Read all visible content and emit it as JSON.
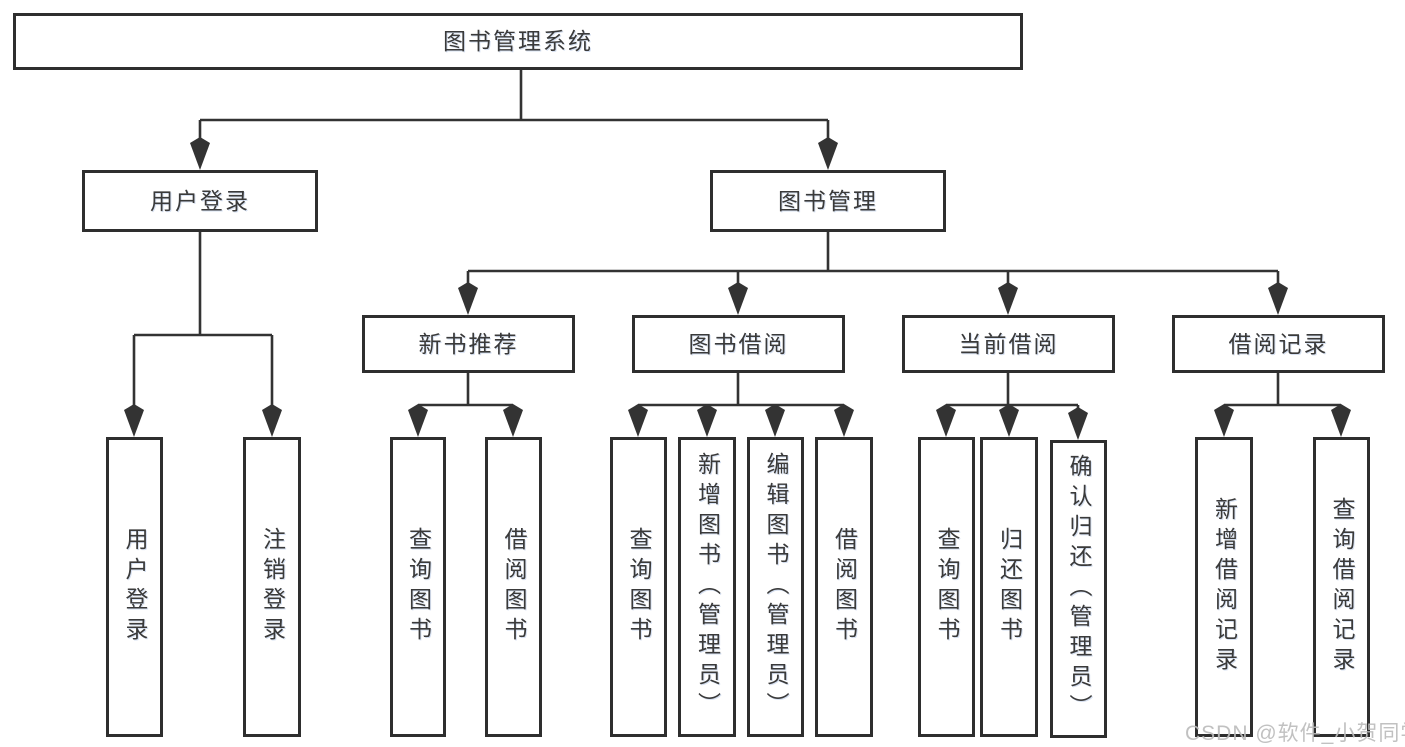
{
  "diagram": {
    "title": "图书管理系统",
    "type": "hierarchy-tree",
    "colors": {
      "background": "#ffffff",
      "box_border": "#2e2e2e",
      "connector_line": "#333333",
      "text": "#3a3a3a",
      "watermark": "#bcbcbc"
    },
    "watermark": "CSDN @软件_小贺同学",
    "nodes": {
      "root": {
        "label": "图书管理系统"
      },
      "user_login": {
        "label": "用户登录"
      },
      "book_mgmt": {
        "label": "图书管理"
      },
      "new_book_rec": {
        "label": "新书推荐"
      },
      "book_borrow": {
        "label": "图书借阅"
      },
      "current_borrow": {
        "label": "当前借阅"
      },
      "borrow_records": {
        "label": "借阅记录"
      },
      "leaf_user_login": {
        "label": "用户登录"
      },
      "leaf_logout": {
        "label": "注销登录"
      },
      "leaf_query_book_1": {
        "label": "查询图书"
      },
      "leaf_borrow_book_1": {
        "label": "借阅图书"
      },
      "leaf_query_book_2": {
        "label": "查询图书"
      },
      "leaf_add_book": {
        "label": "新增图书（管理员）"
      },
      "leaf_edit_book": {
        "label": "编辑图书（管理员）"
      },
      "leaf_borrow_book_2": {
        "label": "借阅图书"
      },
      "leaf_query_book_3": {
        "label": "查询图书"
      },
      "leaf_return_book": {
        "label": "归还图书"
      },
      "leaf_confirm_return": {
        "label": "确认归还（管理员）"
      },
      "leaf_add_record": {
        "label": "新增借阅记录"
      },
      "leaf_query_record": {
        "label": "查询借阅记录"
      }
    },
    "hierarchy": [
      {
        "parent": "root",
        "children": [
          "user_login",
          "book_mgmt"
        ]
      },
      {
        "parent": "user_login",
        "children": [
          "leaf_user_login",
          "leaf_logout"
        ]
      },
      {
        "parent": "book_mgmt",
        "children": [
          "new_book_rec",
          "book_borrow",
          "current_borrow",
          "borrow_records"
        ]
      },
      {
        "parent": "new_book_rec",
        "children": [
          "leaf_query_book_1",
          "leaf_borrow_book_1"
        ]
      },
      {
        "parent": "book_borrow",
        "children": [
          "leaf_query_book_2",
          "leaf_add_book",
          "leaf_edit_book",
          "leaf_borrow_book_2"
        ]
      },
      {
        "parent": "current_borrow",
        "children": [
          "leaf_query_book_3",
          "leaf_return_book",
          "leaf_confirm_return"
        ]
      },
      {
        "parent": "borrow_records",
        "children": [
          "leaf_add_record",
          "leaf_query_record"
        ]
      }
    ]
  }
}
